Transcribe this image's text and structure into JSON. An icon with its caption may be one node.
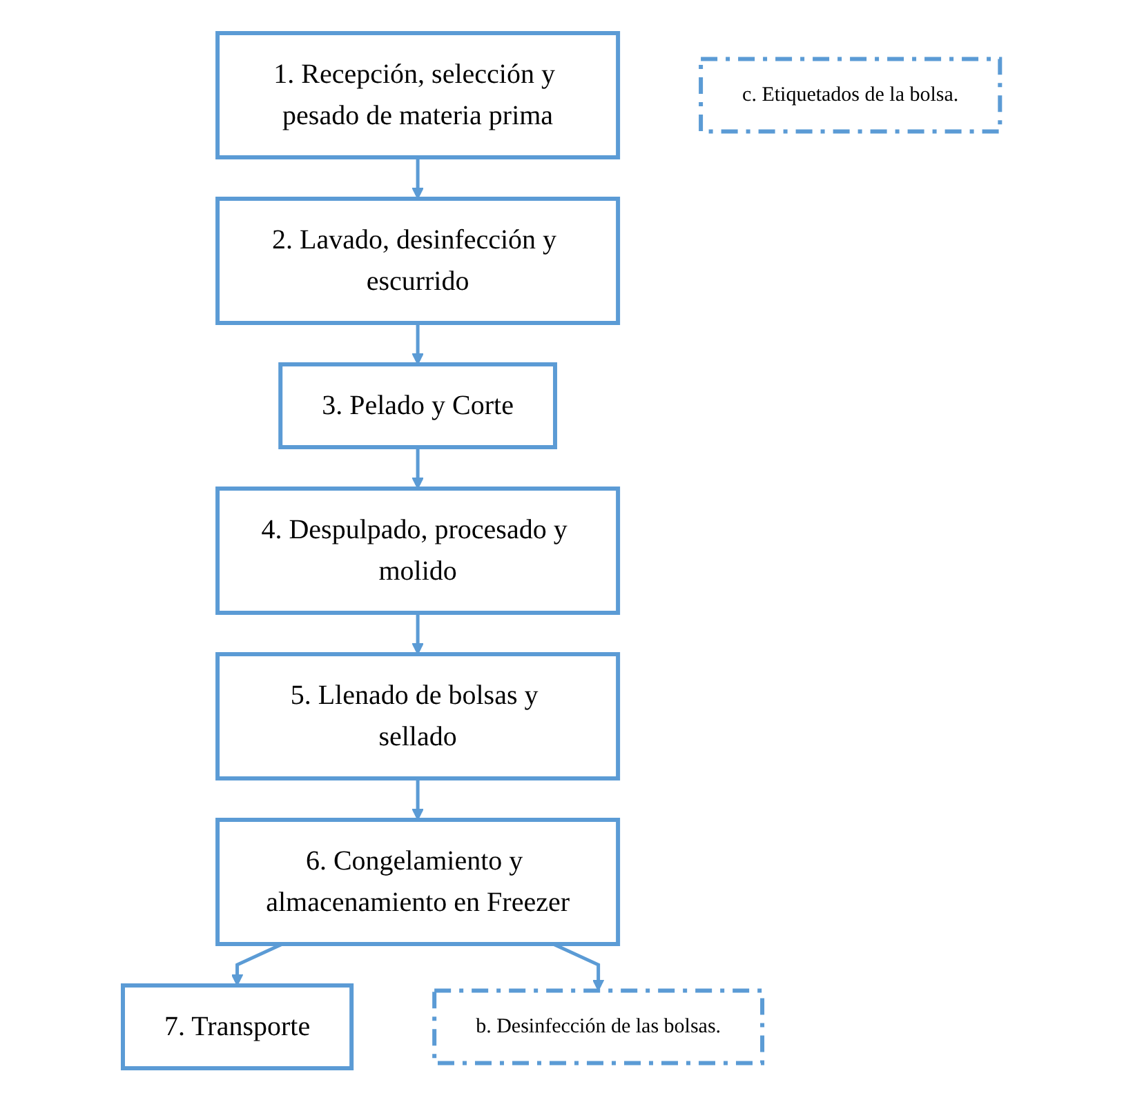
{
  "diagram": {
    "nodes": [
      {
        "text": [
          "1. Recepción, selección y pesado de materia prima"
        ]
      },
      {
        "text": [
          "2. Lavado, desinfección y escurrido"
        ]
      },
      {
        "text": [
          "3. Pelado y Corte"
        ]
      },
      {
        "text": [
          "4. Despulpado, procesado y molido"
        ]
      },
      {
        "text": [
          "5. Llenado de bolsas y sellado"
        ]
      },
      {
        "text": [
          "6. Congelamiento y almacenamiento en Freezer"
        ]
      },
      {
        "text": [
          "7. Transporte"
        ]
      },
      {
        "text": [
          "c.    Etiquetados de la bolsa."
        ]
      },
      {
        "text": [
          "b.  Desinfección de las bolsas."
        ]
      }
    ],
    "edges": [
      {
        "from": 0,
        "to": 1,
        "arrow": "to"
      },
      {
        "from": 1,
        "to": 2,
        "arrow": "to"
      },
      {
        "from": 2,
        "to": 3,
        "arrow": "to"
      },
      {
        "from": 3,
        "to": 4,
        "arrow": "to"
      },
      {
        "from": 4,
        "to": 5,
        "arrow": "to"
      },
      {
        "from": 5,
        "to": 6,
        "arrow": "to"
      },
      {
        "from": 5,
        "to": 8,
        "arrow": "to"
      }
    ]
  }
}
